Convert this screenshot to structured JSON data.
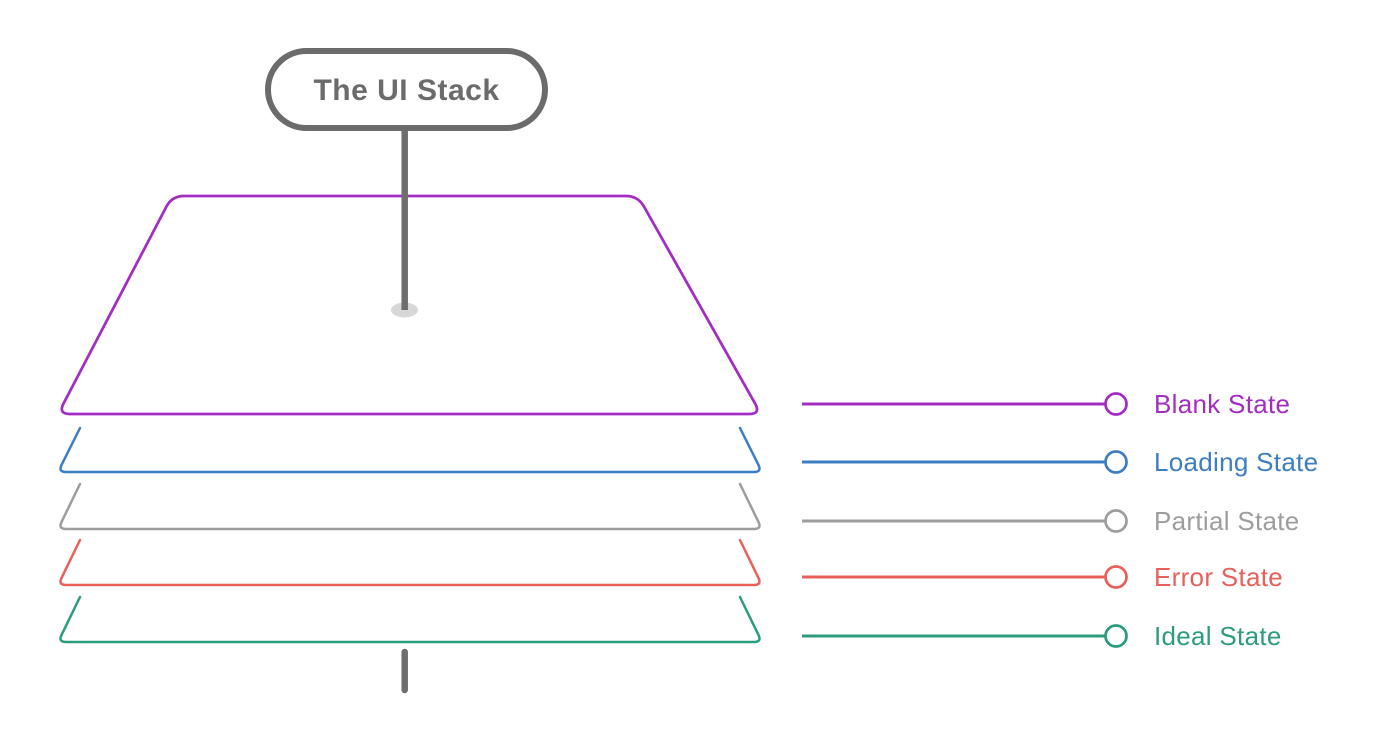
{
  "title": {
    "label": "The UI Stack",
    "border_color": "#6b6b6b",
    "text_color": "#6b6b6b"
  },
  "connector": {
    "color": "#6e6e6e",
    "hole_fill": "#d7d7d7"
  },
  "layers": [
    {
      "name": "blank-state",
      "label": "Blank State",
      "color": "#a32cc2"
    },
    {
      "name": "loading-state",
      "label": "Loading State",
      "color": "#3d7ec2"
    },
    {
      "name": "partial-state",
      "label": "Partial State",
      "color": "#9d9d9d"
    },
    {
      "name": "error-state",
      "label": "Error State",
      "color": "#e9605b"
    },
    {
      "name": "ideal-state",
      "label": "Ideal State",
      "color": "#2b9c7d"
    }
  ]
}
